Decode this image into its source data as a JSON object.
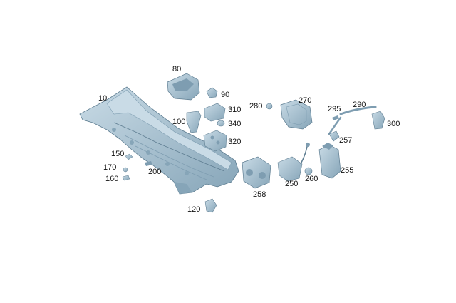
{
  "diagram": {
    "callouts": {
      "p10": "10",
      "p80": "80",
      "p90": "90",
      "p100": "100",
      "p120": "120",
      "p150": "150",
      "p160": "160",
      "p170": "170",
      "p200": "200",
      "p250": "250",
      "p255": "255",
      "p257": "257",
      "p258": "258",
      "p260": "260",
      "p270": "270",
      "p280": "280",
      "p290": "290",
      "p295": "295",
      "p300": "300",
      "p310": "310",
      "p320": "320",
      "p340": "340"
    },
    "colors": {
      "part_fill": "#a9c3d3",
      "part_shadow": "#7e9db1",
      "part_light": "#c9dbe6",
      "part_edge": "#5e7d91"
    }
  }
}
